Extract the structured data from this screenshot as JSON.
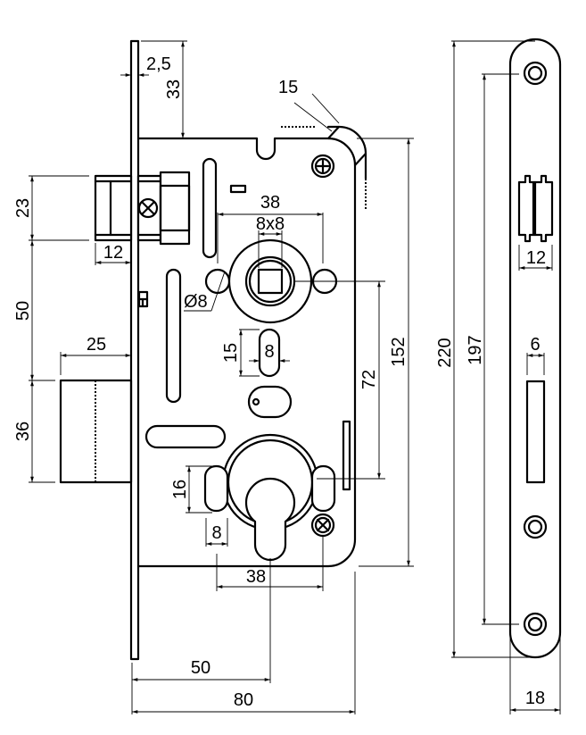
{
  "drawing": {
    "title": "Mortise lock dimensional drawing",
    "units": "mm",
    "line_color": "#000000",
    "background": "#ffffff"
  },
  "dimensions": {
    "faceplate_thickness": "2,5",
    "top_offset": "33",
    "chamfer": "15",
    "latch_height": "23",
    "latch_projection": "12",
    "latch_to_bolt": "50",
    "bolt_projection": "25",
    "bolt_height": "36",
    "handle_hole_spacing": "38",
    "spindle_square": "8x8",
    "mount_hole_dia": "Ø8",
    "slot_length": "15",
    "slot_width": "8",
    "handle_to_cylinder": "72",
    "body_height": "152",
    "cylinder_hole_height": "16",
    "cylinder_hole_width": "8",
    "cylinder_hole_spacing": "38",
    "backset": "50",
    "body_depth": "80",
    "faceplate_length": "220",
    "faceplate_screw_spacing": "197",
    "strike_latch_width": "12",
    "strike_bolt_width": "6",
    "faceplate_width": "18"
  }
}
